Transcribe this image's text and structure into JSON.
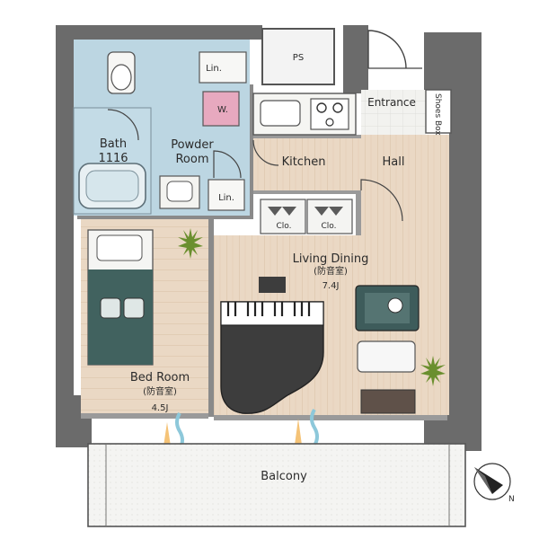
{
  "rooms": {
    "ps": "PS",
    "entrance": "Entrance",
    "shoes_box": "Shoes Box",
    "lin_top": "Lin.",
    "lin_bottom": "Lin.",
    "washer": "W.",
    "bath_name": "Bath",
    "bath_size": "1116",
    "powder_room": "Powder Room",
    "kitchen": "Kitchen",
    "hall": "Hall",
    "closet_1": "Clo.",
    "closet_2": "Clo.",
    "living_dining": "Living Dining",
    "living_soundproof": "(防音室)",
    "living_size": "7.4J",
    "bedroom": "Bed Room",
    "bedroom_soundproof": "(防音室)",
    "bedroom_size": "4.5J",
    "balcony": "Balcony"
  },
  "compass": {
    "north": "N"
  },
  "colors": {
    "wall": "#6b6b6b",
    "floor_wood": "#ead8c4",
    "wet_area": "#bcd6e2",
    "bed": "#41625f",
    "sofa": "#3e5c5b",
    "piano": "#3d3d3d",
    "plant": "#6a8f2e",
    "air_warm": "#f3b85f",
    "air_cool": "#8dc8da"
  }
}
